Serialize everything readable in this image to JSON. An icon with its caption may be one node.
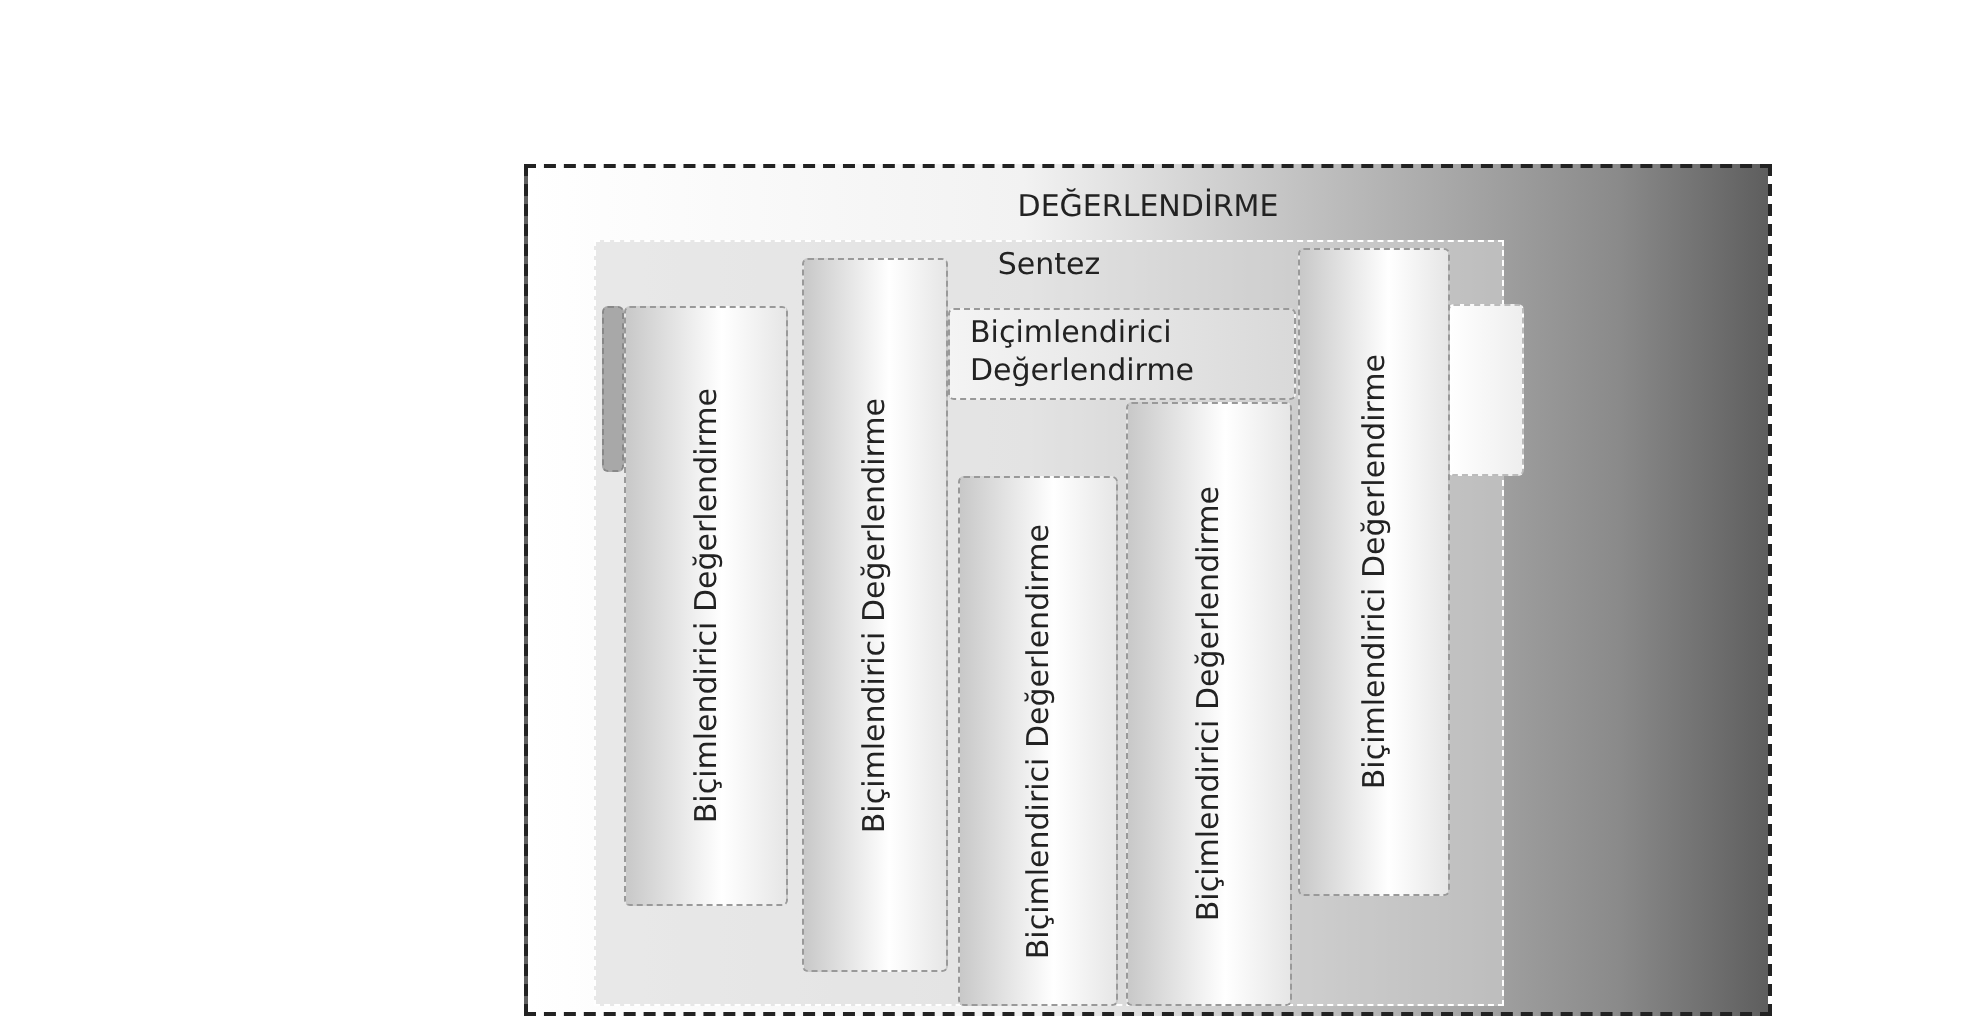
{
  "diagram": {
    "nodes": [
      {
        "text": [
          "DEĞERLENDİRME"
        ]
      },
      {
        "text": [
          "Sentez"
        ],
        "in": 0
      },
      {
        "text": [
          "Biçimlendirici Değerlendirme"
        ],
        "in": 1
      },
      {
        "text": [],
        "shape": "box",
        "in": 1
      },
      {
        "text": [
          "Biçimlendirici Değerlendirme"
        ],
        "in": 1
      },
      {
        "text": [
          "Biçimlendirici Değerlendirme"
        ],
        "in": 1
      },
      {
        "text": [
          "Biçimlendirici Değerlendirme"
        ],
        "in": 1
      },
      {
        "text": [
          "Biçimlendirici Değerlendirme"
        ],
        "in": 1
      },
      {
        "text": [
          "Biçimlendirici Değerlendirme"
        ],
        "in": 1
      },
      {
        "text": [],
        "shape": "box",
        "in": 0
      }
    ]
  }
}
